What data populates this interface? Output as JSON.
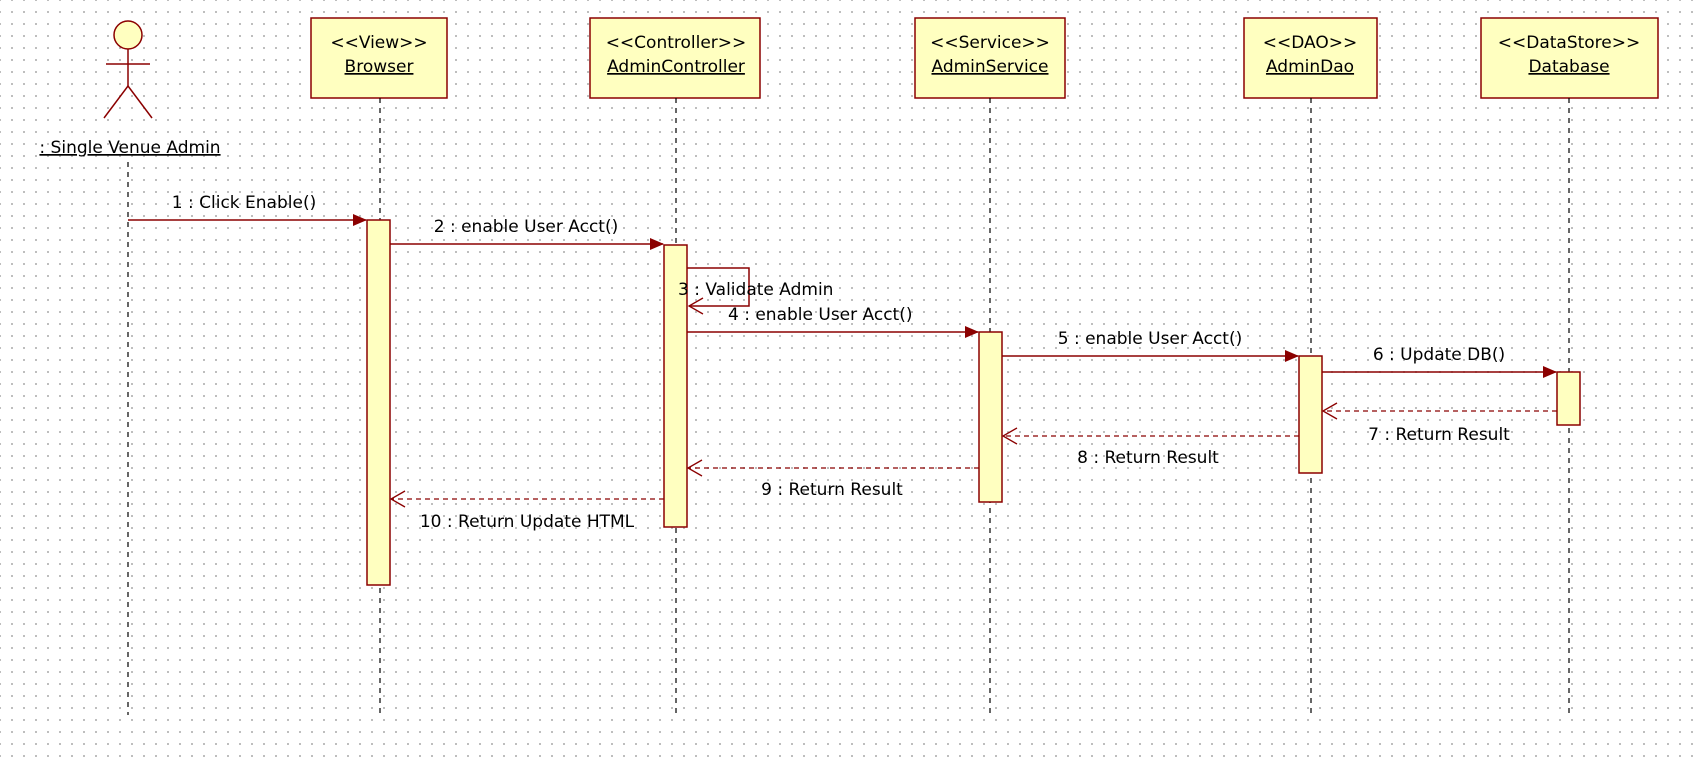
{
  "actor": {
    "name": ": Single Venue Admin"
  },
  "lifelines": [
    {
      "stereotype": "<<View>>",
      "name": "Browser"
    },
    {
      "stereotype": "<<Controller>>",
      "name": "AdminController"
    },
    {
      "stereotype": "<<Service>>",
      "name": "AdminService"
    },
    {
      "stereotype": "<<DAO>>",
      "name": "AdminDao"
    },
    {
      "stereotype": "<<DataStore>>",
      "name": "Database"
    }
  ],
  "messages": [
    {
      "label": "1 : Click Enable()",
      "kind": "call",
      "from": "Single Venue Admin",
      "to": "Browser"
    },
    {
      "label": "2 : enable User Acct()",
      "kind": "call",
      "from": "Browser",
      "to": "AdminController"
    },
    {
      "label": "3 : Validate Admin",
      "kind": "self",
      "from": "AdminController",
      "to": "AdminController"
    },
    {
      "label": "4 : enable User Acct()",
      "kind": "call",
      "from": "AdminController",
      "to": "AdminService"
    },
    {
      "label": "5 : enable User Acct()",
      "kind": "call",
      "from": "AdminService",
      "to": "AdminDao"
    },
    {
      "label": "6 : Update DB()",
      "kind": "call",
      "from": "AdminDao",
      "to": "Database"
    },
    {
      "label": "7 : Return Result",
      "kind": "return",
      "from": "Database",
      "to": "AdminDao"
    },
    {
      "label": "8 : Return Result",
      "kind": "return",
      "from": "AdminDao",
      "to": "AdminService"
    },
    {
      "label": "9 : Return Result",
      "kind": "return",
      "from": "AdminService",
      "to": "AdminController"
    },
    {
      "label": "10 : Return Update HTML",
      "kind": "return",
      "from": "AdminController",
      "to": "Browser"
    }
  ],
  "colors": {
    "box_fill": "#ffffc0",
    "border": "#8b0000",
    "text": "#000000"
  }
}
